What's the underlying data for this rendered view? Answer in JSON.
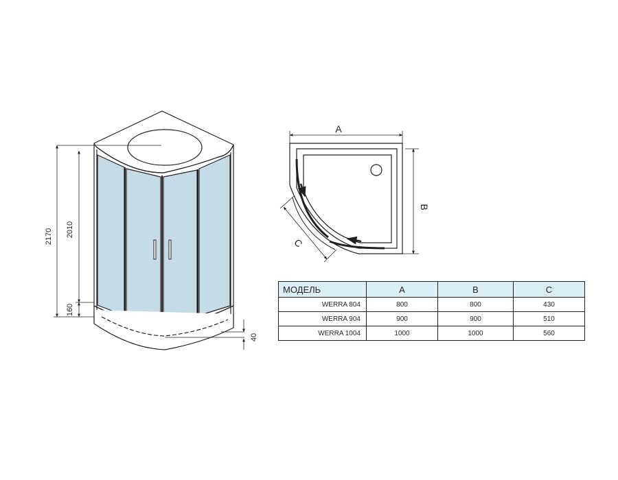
{
  "colors": {
    "glass": "#c5dbe6",
    "line": "#231f20",
    "table_header_bg": "#dceef6"
  },
  "front_view": {
    "dimensions": {
      "total_height": "2170",
      "cabin_height": "2010",
      "tray_height": "160",
      "tray_depth": "40"
    }
  },
  "plan_view": {
    "labels": {
      "width": "A",
      "depth": "B",
      "opening": "C"
    }
  },
  "table": {
    "headers": [
      "МОДЕЛЬ",
      "A",
      "B",
      "C"
    ],
    "rows": [
      [
        "WERRA 804",
        "800",
        "800",
        "430"
      ],
      [
        "WERRA 904",
        "900",
        "900",
        "510"
      ],
      [
        "WERRA 1004",
        "1000",
        "1000",
        "560"
      ]
    ]
  }
}
